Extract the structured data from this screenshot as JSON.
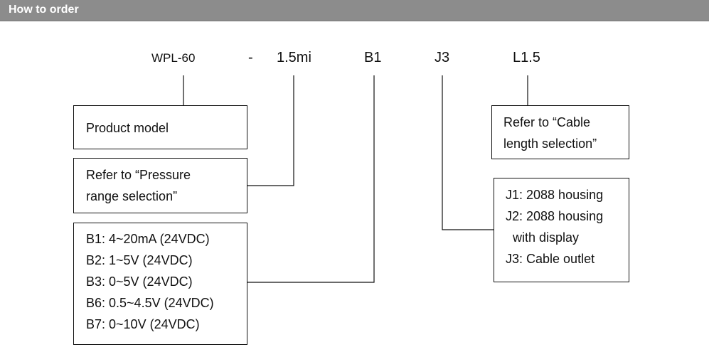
{
  "header": {
    "title": "How to order"
  },
  "order_code": {
    "model": "WPL-60",
    "dash": "-",
    "pressure": "1.5mi",
    "output": "B1",
    "housing": "J3",
    "cable": "L1.5"
  },
  "boxes": {
    "product_model": {
      "lines": [
        "Product model"
      ]
    },
    "pressure_range": {
      "lines": [
        "Refer to “Pressure",
        "range selection”"
      ]
    },
    "output_signal": {
      "lines": [
        "B1: 4~20mA (24VDC)",
        "B2: 1~5V (24VDC)",
        "B3: 0~5V (24VDC)",
        "B6: 0.5~4.5V (24VDC)",
        "B7: 0~10V (24VDC)"
      ]
    },
    "cable_length": {
      "lines": [
        "Refer to “Cable",
        "length selection”"
      ]
    },
    "housing": {
      "lines": [
        "J1: 2088 housing",
        "J2: 2088 housing",
        "  with display",
        "J3: Cable outlet"
      ]
    }
  },
  "colors": {
    "header_bg": "#8c8c8c",
    "header_text": "#ffffff",
    "line": "#111111"
  }
}
